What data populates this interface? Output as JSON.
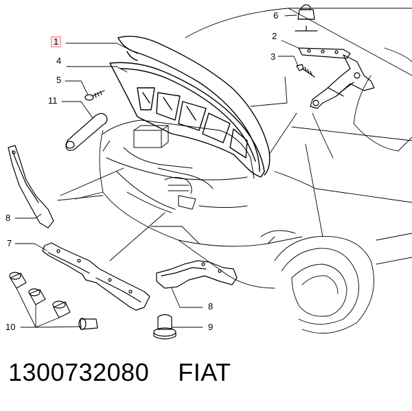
{
  "callouts": [
    {
      "id": "1",
      "label": "1"
    },
    {
      "id": "2",
      "label": "2"
    },
    {
      "id": "3",
      "label": "3"
    },
    {
      "id": "4",
      "label": "4"
    },
    {
      "id": "5",
      "label": "5"
    },
    {
      "id": "6",
      "label": "6"
    },
    {
      "id": "7",
      "label": "7"
    },
    {
      "id": "8a",
      "label": "8"
    },
    {
      "id": "8b",
      "label": "8"
    },
    {
      "id": "9",
      "label": "9"
    },
    {
      "id": "10",
      "label": "10"
    },
    {
      "id": "11",
      "label": "11"
    }
  ],
  "footer": {
    "part_number": "1300732080",
    "brand": "FIAT"
  },
  "colors": {
    "line": "#000000",
    "highlight_border": "#e8898f",
    "highlight_fill": "#fbe3e4"
  }
}
